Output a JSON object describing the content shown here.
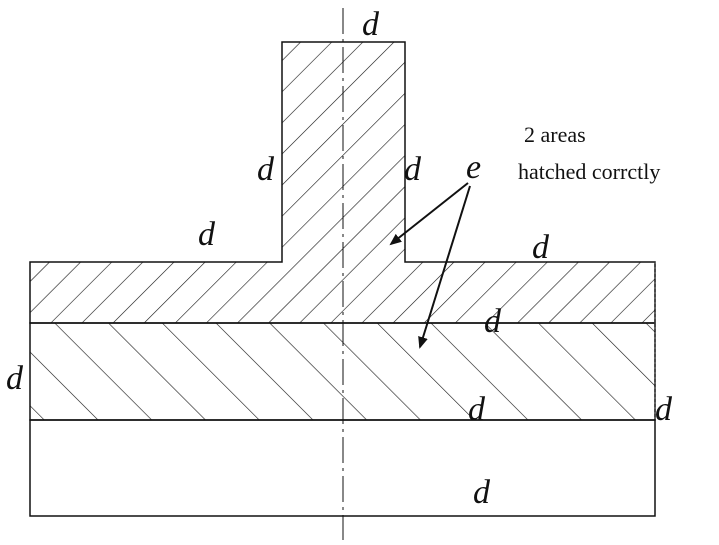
{
  "diagram": {
    "labels": {
      "d": "d",
      "e": "e"
    },
    "annotation": {
      "line1": "2 areas",
      "line2": "hatched corrctly"
    },
    "colors": {
      "stroke": "#111111",
      "background": "#ffffff"
    }
  }
}
